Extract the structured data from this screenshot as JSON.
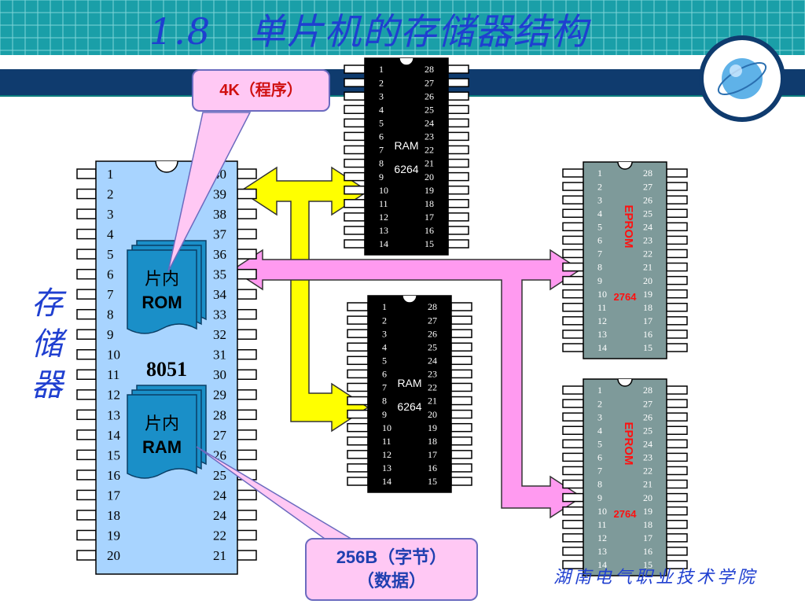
{
  "title": "1.8　单片机的存储器结构",
  "side_label": [
    "存",
    "储",
    "器"
  ],
  "footer": "湖南电气职业技术学院",
  "callouts": {
    "rom_size": "4K（程序）",
    "ram_size_line1": "256B（字节）",
    "ram_size_line2": "（数据）"
  },
  "mcu": {
    "name": "8051",
    "rom_label": [
      "片内",
      "ROM"
    ],
    "ram_label": [
      "片内",
      "RAM"
    ],
    "left_pins": [
      "1",
      "2",
      "3",
      "4",
      "5",
      "6",
      "7",
      "8",
      "9",
      "10",
      "11",
      "12",
      "13",
      "14",
      "15",
      "16",
      "17",
      "18",
      "19",
      "20"
    ],
    "right_pins": [
      "40",
      "39",
      "38",
      "37",
      "36",
      "35",
      "34",
      "33",
      "32",
      "31",
      "30",
      "29",
      "28",
      "27",
      "26",
      "25",
      "24",
      "24",
      "22",
      "21"
    ]
  },
  "ram_chip": {
    "label_type": "RAM",
    "label_part": "6264",
    "left_pins": [
      "1",
      "2",
      "3",
      "4",
      "5",
      "6",
      "7",
      "8",
      "9",
      "10",
      "11",
      "12",
      "13",
      "14"
    ],
    "right_pins": [
      "28",
      "27",
      "26",
      "25",
      "24",
      "23",
      "22",
      "21",
      "20",
      "19",
      "18",
      "17",
      "16",
      "15"
    ]
  },
  "eprom_chip": {
    "label_type": "EPROM",
    "label_part": "2764",
    "left_pins": [
      "1",
      "2",
      "3",
      "4",
      "5",
      "6",
      "7",
      "8",
      "9",
      "10",
      "11",
      "12",
      "13",
      "14"
    ],
    "right_pins": [
      "28",
      "27",
      "26",
      "25",
      "24",
      "23",
      "22",
      "21",
      "20",
      "19",
      "18",
      "17",
      "16",
      "15"
    ]
  },
  "colors": {
    "title": "#1f3fd0",
    "mcu_body": "#a8d4ff",
    "ram_body": "#000000",
    "eprom_body": "#7e9a9a",
    "block": "#1a8fc8",
    "yellow_bus": "#ffff00",
    "pink_bus": "#ff9af0",
    "callout_bg": "#ffc8f4",
    "eprom_text": "#ff1010",
    "header_teal": "#0b7d7d",
    "header_navy": "#0f3b6e"
  }
}
